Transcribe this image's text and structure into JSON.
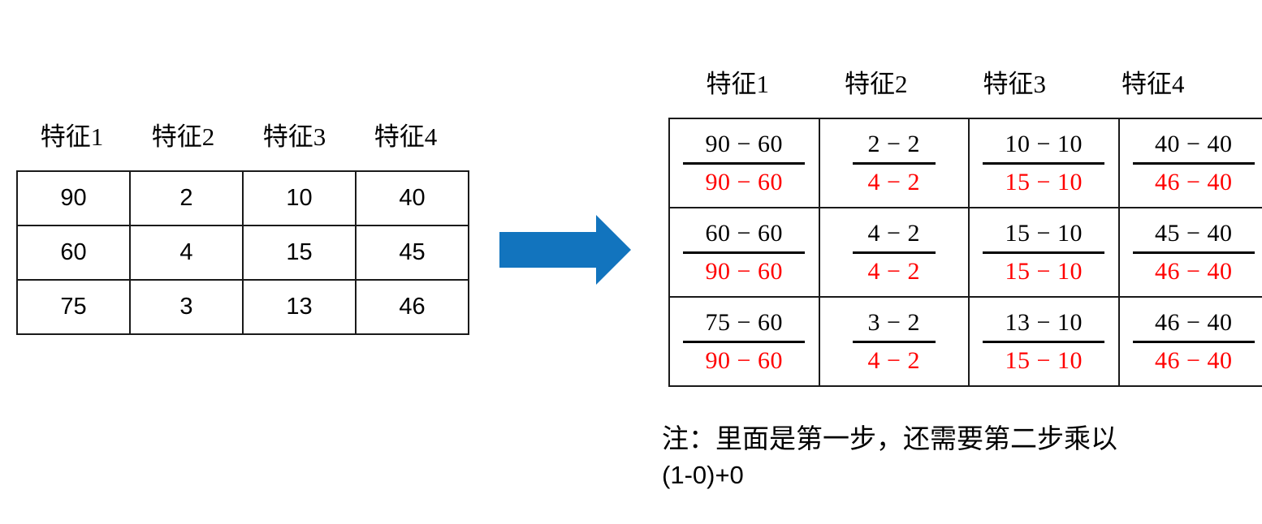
{
  "left_table": {
    "headers": [
      "特征1",
      "特征2",
      "特征3",
      "特征4"
    ],
    "rows": [
      [
        "90",
        "2",
        "10",
        "40"
      ],
      [
        "60",
        "4",
        "15",
        "45"
      ],
      [
        "75",
        "3",
        "13",
        "46"
      ]
    ]
  },
  "arrow": {
    "icon": "right-arrow-icon",
    "color": "#1274BE",
    "direction": "right"
  },
  "right_table": {
    "headers": [
      "特征1",
      "特征2",
      "特征3",
      "特征4"
    ],
    "numerator_color": "#000000",
    "denominator_color": "#FF0000",
    "rows": [
      [
        {
          "num": "90 − 60",
          "den": "90 − 60"
        },
        {
          "num": "2 − 2",
          "den": "4 − 2"
        },
        {
          "num": "10 − 10",
          "den": "15 − 10"
        },
        {
          "num": "40 − 40",
          "den": "46 − 40"
        }
      ],
      [
        {
          "num": "60 − 60",
          "den": "90 − 60"
        },
        {
          "num": "4 − 2",
          "den": "4 − 2"
        },
        {
          "num": "15 − 10",
          "den": "15 − 10"
        },
        {
          "num": "45 − 40",
          "den": "46 − 40"
        }
      ],
      [
        {
          "num": "75 − 60",
          "den": "90 − 60"
        },
        {
          "num": "3 − 2",
          "den": "4 − 2"
        },
        {
          "num": "13 − 10",
          "den": "15 − 10"
        },
        {
          "num": "46 − 40",
          "den": "46 − 40"
        }
      ]
    ]
  },
  "note": {
    "line1": "注：里面是第一步，还需要第二步乘以",
    "line2": "(1-0)+0"
  }
}
